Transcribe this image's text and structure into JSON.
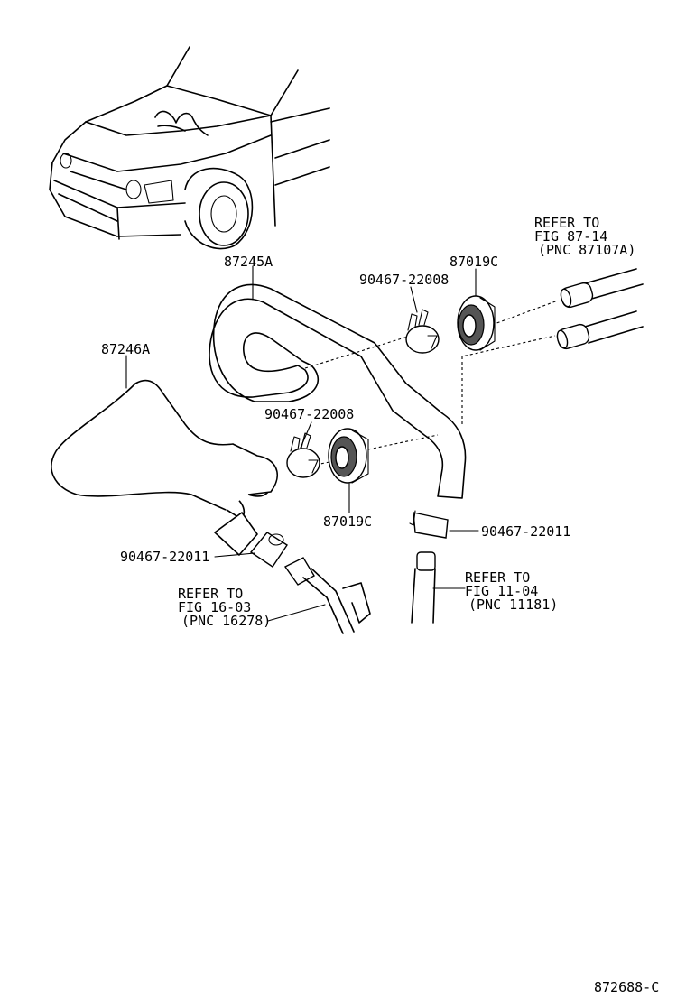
{
  "labels": {
    "hose_upper": "87245A",
    "hose_lower": "87246A",
    "clamp_top": "90467-22008",
    "grommet_top": "87019C",
    "clamp_mid": "90467-22008",
    "grommet_mid": "87019C",
    "clamp_right": "90467-22011",
    "clamp_left": "90467-22011"
  },
  "refs": {
    "top_right": [
      "REFER TO",
      "FIG 87-14",
      "(PNC 87107A)"
    ],
    "bottom_right": [
      "REFER TO",
      "FIG 11-04",
      "(PNC 11181)"
    ],
    "bottom_left": [
      "REFER TO",
      "FIG 16-03",
      "(PNC 16278)"
    ]
  },
  "diagram_code": "872688-C"
}
